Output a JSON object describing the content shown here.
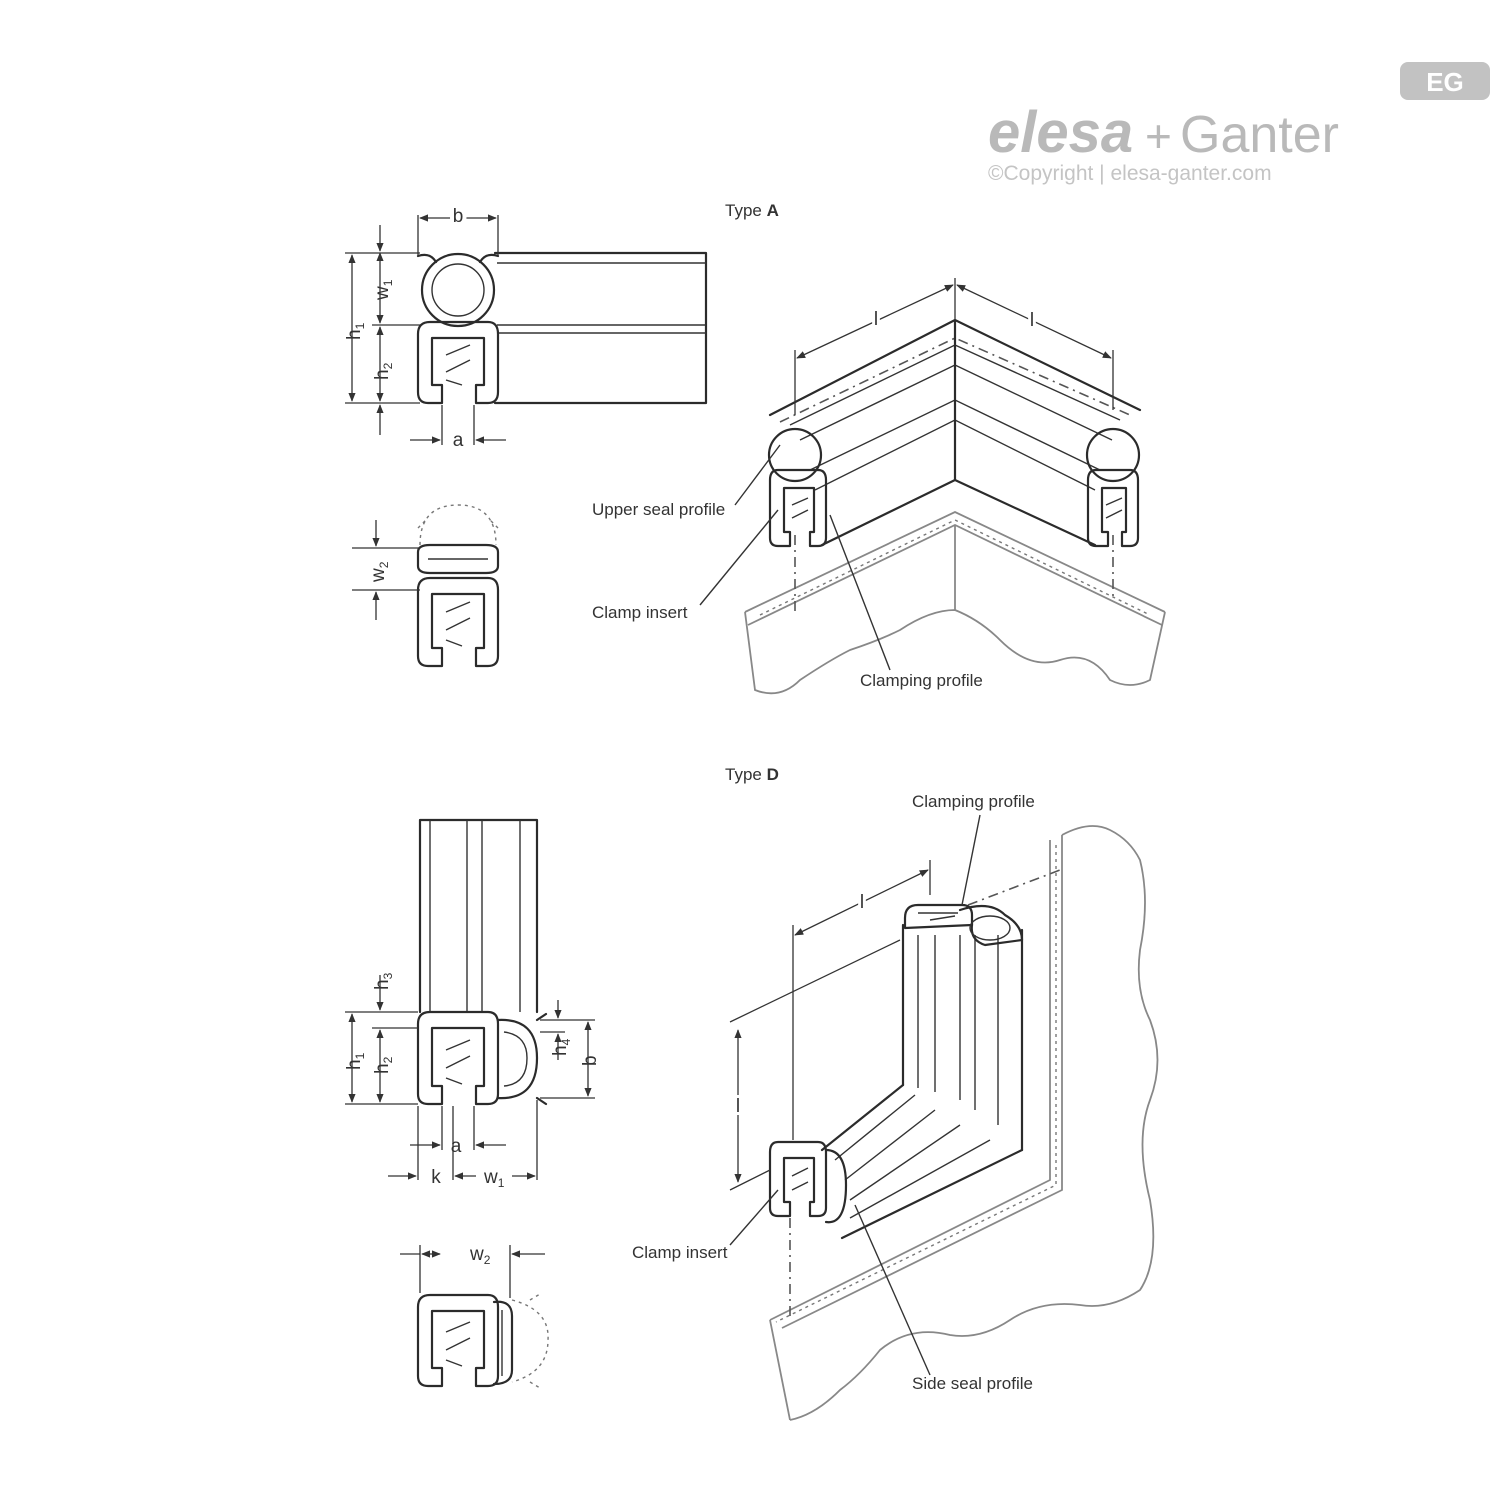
{
  "logo": {
    "brand_left": "elesa",
    "plus": "+",
    "brand_right": "Ganter",
    "badge": "EG",
    "copyright": "©Copyright | elesa-ganter.com"
  },
  "type_a": {
    "title_prefix": "Type ",
    "title_letter": "A",
    "labels": {
      "upper_seal_profile": "Upper seal profile",
      "clamp_insert": "Clamp insert",
      "clamping_profile": "Clamping profile"
    },
    "dimensions": {
      "b": "b",
      "w1": "w",
      "w1_sub": "1",
      "h1": "h",
      "h1_sub": "1",
      "h2": "h",
      "h2_sub": "2",
      "a": "a",
      "w2": "w",
      "w2_sub": "2",
      "l_left": "l",
      "l_right": "l"
    }
  },
  "type_d": {
    "title_prefix": "Type ",
    "title_letter": "D",
    "labels": {
      "clamping_profile": "Clamping profile",
      "clamp_insert": "Clamp insert",
      "side_seal_profile": "Side seal profile"
    },
    "dimensions": {
      "h3": "h",
      "h3_sub": "3",
      "h1": "h",
      "h1_sub": "1",
      "h2": "h",
      "h2_sub": "2",
      "h4": "h",
      "h4_sub": "4",
      "b": "b",
      "a": "a",
      "k": "k",
      "w1": "w",
      "w1_sub": "1",
      "w2": "w",
      "w2_sub": "2",
      "l_top": "l",
      "l_side": "l"
    }
  }
}
